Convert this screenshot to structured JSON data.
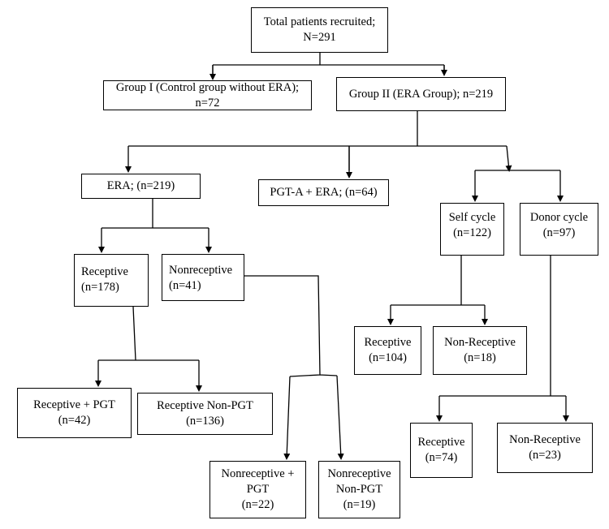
{
  "nodes": {
    "total": "Total patients recruited;\nN=291",
    "group1": "Group I (Control group without ERA);\nn=72",
    "group2": "Group II (ERA Group); n=219",
    "era": "ERA; (n=219)",
    "pgta_era": "PGT-A + ERA; (n=64)",
    "self_cycle": "Self cycle\n(n=122)",
    "donor_cycle": "Donor cycle\n(n=97)",
    "receptive": "Receptive\n(n=178)",
    "nonreceptive": "Nonreceptive\n(n=41)",
    "self_receptive": "Receptive\n(n=104)",
    "self_nonreceptive": "Non-Receptive\n(n=18)",
    "receptive_pgt": "Receptive + PGT\n(n=42)",
    "receptive_nonpgt": "Receptive Non-PGT\n(n=136)",
    "donor_receptive": "Receptive\n(n=74)",
    "donor_nonreceptive": "Non-Receptive\n(n=23)",
    "nonreceptive_pgt": "Nonreceptive +\nPGT\n(n=22)",
    "nonreceptive_nonpgt": "Nonreceptive\nNon-PGT\n(n=19)"
  }
}
